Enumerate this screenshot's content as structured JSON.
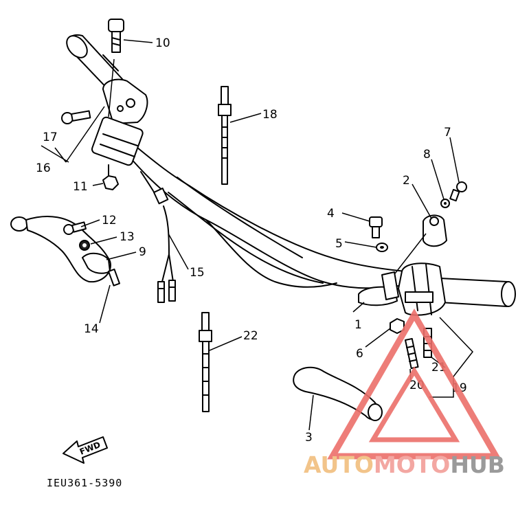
{
  "diagram": {
    "code": "IEU361-5390",
    "fwd_label": "FWD",
    "callouts": [
      "1",
      "2",
      "3",
      "4",
      "5",
      "6",
      "7",
      "8",
      "9",
      "10",
      "11",
      "12",
      "13",
      "14",
      "15",
      "16",
      "17",
      "18",
      "19",
      "20",
      "21",
      "22"
    ]
  },
  "watermark": {
    "text_parts": [
      "AUTO",
      "MOTO",
      "HUB"
    ],
    "colors": {
      "auto": "#f2c48a",
      "moto": "#f3a7a2",
      "hub": "#9a9a9a",
      "triangle": "#ec6f6a"
    }
  }
}
